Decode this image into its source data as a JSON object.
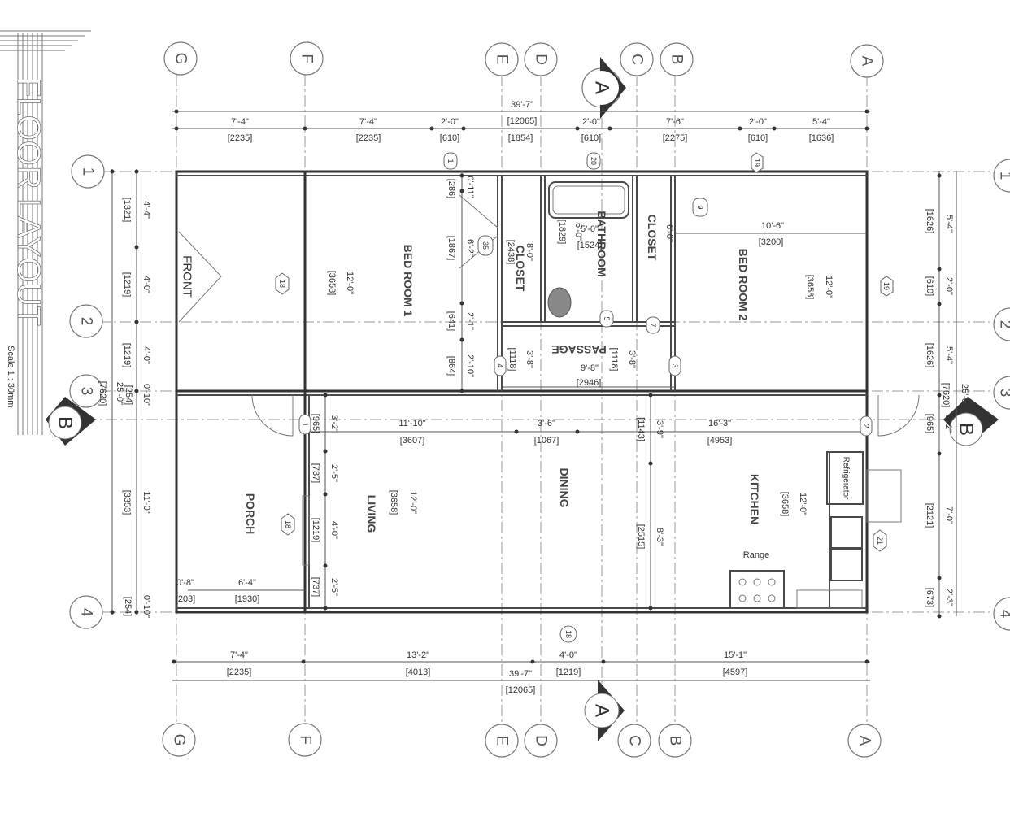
{
  "title": "FLOOR LAYOUT",
  "scale": "Scale 1 : 30mm",
  "grid_cols": [
    "G",
    "F",
    "E",
    "D",
    "C",
    "B",
    "A"
  ],
  "grid_rows": [
    "1",
    "2",
    "3",
    "4"
  ],
  "section_marks": [
    "A",
    "B"
  ],
  "rooms": {
    "bed1": "BED ROOM 1",
    "bed2": "BED ROOM 2",
    "bath": "BATHROOM",
    "closet1": "CLOSET",
    "closet2": "CLOSET",
    "passage": "PASSAGE",
    "porch": "PORCH",
    "living": "LIVING",
    "dining": "DINING",
    "kitchen": "KITCHEN",
    "front": "FRONT",
    "refrigerator": "Refrigerator",
    "range": "Range"
  },
  "top_overall": {
    "ft": "39'-7\"",
    "mm": "[12065]"
  },
  "top_dims": [
    {
      "ft": "7'-4\"",
      "mm": "[2235]"
    },
    {
      "ft": "7'-4\"",
      "mm": "[2235]"
    },
    {
      "ft": "2'-0\"",
      "mm": "[610]"
    },
    {
      "ft": "",
      "mm": "[1854]"
    },
    {
      "ft": "2'-0\"",
      "mm": "[610]"
    },
    {
      "ft": "7'-6\"",
      "mm": "[2275]"
    },
    {
      "ft": "2'-0\"",
      "mm": "[610]"
    },
    {
      "ft": "5'-4\"",
      "mm": "[1636]"
    }
  ],
  "bottom_overall": {
    "ft": "39'-7\"",
    "mm": "[12065]"
  },
  "bottom_dims": [
    {
      "ft": "7'-4\"",
      "mm": "[2235]"
    },
    {
      "ft": "13'-2\"",
      "mm": "[4013]"
    },
    {
      "ft": "4'-0\"",
      "mm": "[1219]"
    },
    {
      "ft": "15'-1\"",
      "mm": "[4597]"
    }
  ],
  "left_overall": {
    "ft": "25'-0\"",
    "mm": "[7620]"
  },
  "left_dims": [
    {
      "ft": "4'-4\"",
      "mm": "[1321]"
    },
    {
      "ft": "4'-0\"",
      "mm": "[1219]"
    },
    {
      "ft": "4'-0\"",
      "mm": "[1219]"
    },
    {
      "ft": "0'-10\"",
      "mm": "[254]"
    },
    {
      "ft": "11'-0\"",
      "mm": "[3353]"
    },
    {
      "ft": "0'-10\"",
      "mm": "[254]"
    }
  ],
  "right_overall": {
    "ft": "25'-0\"",
    "mm": "[7620]"
  },
  "right_dims": [
    {
      "ft": "5'-4\"",
      "mm": "[1626]"
    },
    {
      "ft": "2'-0\"",
      "mm": "[610]"
    },
    {
      "ft": "5'-4\"",
      "mm": "[1626]"
    },
    {
      "ft": "3'-2\"",
      "mm": "[965]"
    },
    {
      "ft": "7'-0\"",
      "mm": "[2121]"
    },
    {
      "ft": "2'-3\"",
      "mm": "[673]"
    }
  ],
  "interior_dims": {
    "bed1_h": {
      "ft": "12'-0\"",
      "mm": "[3658]"
    },
    "bed1_col": [
      {
        "ft": "0'-11\"",
        "mm": "[286]"
      },
      {
        "ft": "6'-2\"",
        "mm": "[1867]"
      },
      {
        "ft": "2'-1\"",
        "mm": "[641]"
      },
      {
        "ft": "2'-10\"",
        "mm": "[864]"
      }
    ],
    "closet1": {
      "ft": "8'-0\"",
      "mm": "[2438]"
    },
    "bath_w": {
      "ft": "5'-0\"",
      "mm": "[1524]"
    },
    "bath_h": {
      "ft": "6'-0\"",
      "mm": "[1829]"
    },
    "closet2_h": {
      "ft": "6'-0\"",
      "mm": ""
    },
    "bed2_w": {
      "ft": "10'-6\"",
      "mm": "[3200]"
    },
    "bed2_h": {
      "ft": "12'-0\"",
      "mm": "[3658]"
    },
    "passage_w": {
      "ft": "9'-8\"",
      "mm": "[2946]"
    },
    "passage_l": {
      "ft": "3'-8\"",
      "mm": "[1118]"
    },
    "passage_r": {
      "ft": "3'-8\"",
      "mm": "[1118]"
    },
    "living_w": {
      "ft": "11'-10\"",
      "mm": "[3607]"
    },
    "dining_w": {
      "ft": "3'-6\"",
      "mm": "[1067]"
    },
    "kitchen_w": {
      "ft": "16'-3\"",
      "mm": "[4953]"
    },
    "living_h": {
      "ft": "12'-0\"",
      "mm": "[3658]"
    },
    "kitchen_h": {
      "ft": "12'-0\"",
      "mm": "[3658]"
    },
    "dining_a": {
      "ft": "3'-9\"",
      "mm": "[1143]"
    },
    "dining_b": {
      "ft": "8'-3\"",
      "mm": "[2515]"
    },
    "porch_col": [
      {
        "ft": "3'-2\"",
        "mm": "[965]"
      },
      {
        "ft": "2'-5\"",
        "mm": "[737]"
      },
      {
        "ft": "4'-0\"",
        "mm": "[1219]"
      },
      {
        "ft": "2'-5\"",
        "mm": "[737]"
      }
    ],
    "porch_a": {
      "ft": "0'-8\"",
      "mm": "[203]"
    },
    "porch_b": {
      "ft": "6'-4\"",
      "mm": "[1930]"
    }
  },
  "tags": [
    "1",
    "20",
    "19",
    "9",
    "35",
    "18",
    "19",
    "5",
    "7",
    "4",
    "3",
    "1",
    "2",
    "18",
    "21",
    "18"
  ]
}
